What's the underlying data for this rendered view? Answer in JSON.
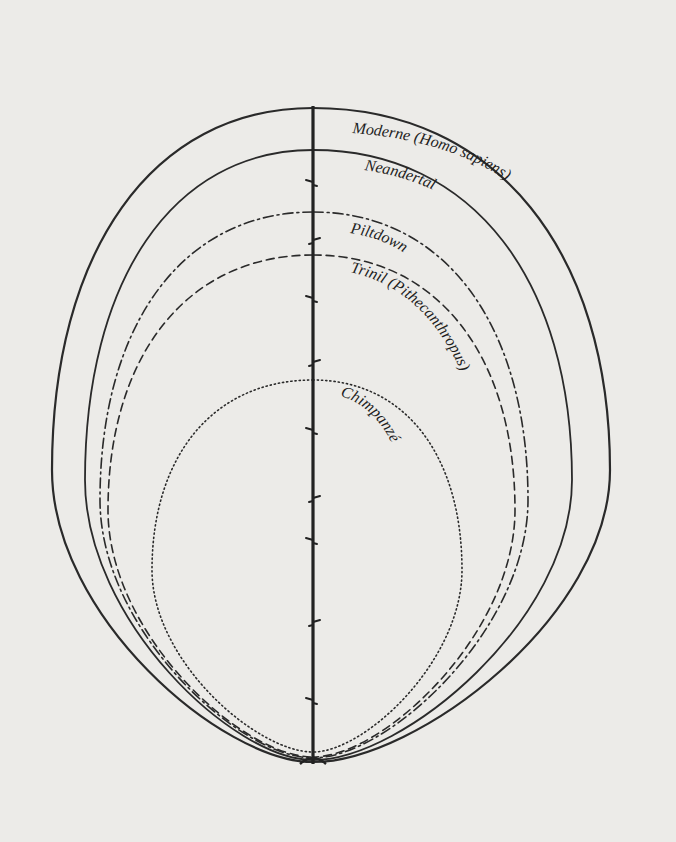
{
  "diagram": {
    "labels": [
      "Moderne (Homo sapiens)",
      "Neandertal",
      "Piltdown",
      "Trinil (Pithecanthropus)",
      "Chimpanzé"
    ]
  }
}
